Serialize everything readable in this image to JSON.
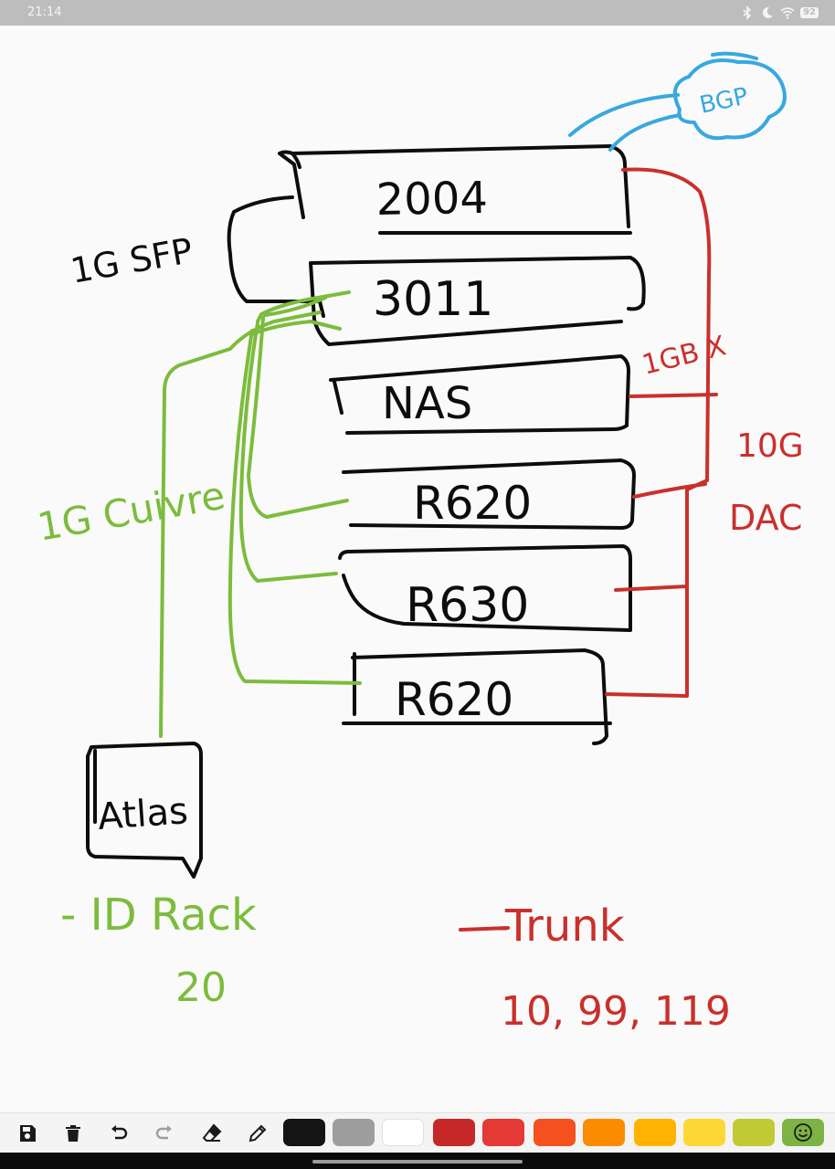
{
  "status_bar": {
    "time": "21:14",
    "icons": [
      "bluetooth-icon",
      "do-not-disturb-moon-icon",
      "wifi-icon"
    ],
    "battery": "92"
  },
  "drawing": {
    "devices": [
      "2004",
      "3011",
      "NAS",
      "R620",
      "R630",
      "R620"
    ],
    "labels": {
      "left_black": "1G SFP",
      "cloud": "BGP",
      "green_side": "1G Cuivre",
      "box": "Atlas",
      "green_bottom_1": "- ID Rack",
      "green_bottom_2": "20",
      "red_1": "1GB X",
      "red_2": "10G",
      "red_3": "DAC",
      "red_bottom_1": "-Trunk",
      "red_bottom_2": "10, 99, 119"
    },
    "ink_colors": {
      "black": "#0d0d0d",
      "green": "#7cbc3c",
      "red": "#c9302c",
      "blue": "#38a8e0"
    }
  },
  "toolbar": {
    "tools": [
      "save-icon",
      "trash-icon",
      "undo-icon",
      "redo-icon",
      "eraser-icon",
      "pen-icon"
    ],
    "colors": [
      "#141414",
      "#9e9e9e",
      "#ffffff",
      "#c62828",
      "#e53935",
      "#f4511e",
      "#fb8c00",
      "#ffb300",
      "#fdd835",
      "#c0ca33",
      "#7cb342"
    ],
    "emoji_icon": "emoji-smiley-icon"
  }
}
